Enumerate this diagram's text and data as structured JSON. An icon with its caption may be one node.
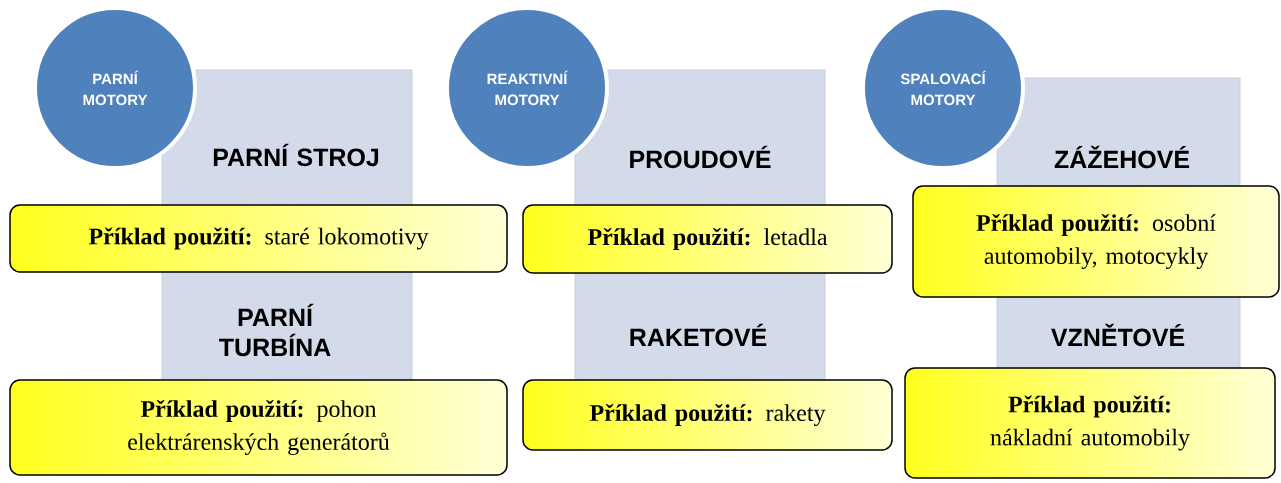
{
  "diagram": {
    "nodes": [
      {
        "text": [
          "PARNÍ MOTORY"
        ]
      },
      {
        "text": [
          "PARNÍ STROJ",
          "PARNÍ TURBÍNA"
        ]
      },
      {
        "text": [
          "**Příklad použití:** staré lokomotivy"
        ]
      },
      {
        "text": [
          "**Příklad použití:** pohon elektrárenských generátorů"
        ]
      },
      {
        "text": [
          "REAKTIVNÍ MOTORY"
        ]
      },
      {
        "text": [
          "PROUDOVÉ",
          "RAKETOVÉ"
        ]
      },
      {
        "text": [
          "**Příklad použití:** letadla"
        ]
      },
      {
        "text": [
          "**Příklad použití:** rakety"
        ]
      },
      {
        "text": [
          "SPALOVACÍ MOTORY"
        ]
      },
      {
        "text": [
          "ZÁŽEHOVÉ",
          "VZNĚTOVÉ"
        ]
      },
      {
        "text": [
          "**Příklad použití:** osobní automobily, motocykly"
        ]
      },
      {
        "text": [
          "**Příklad použití:** nákladní automobily"
        ]
      }
    ]
  }
}
